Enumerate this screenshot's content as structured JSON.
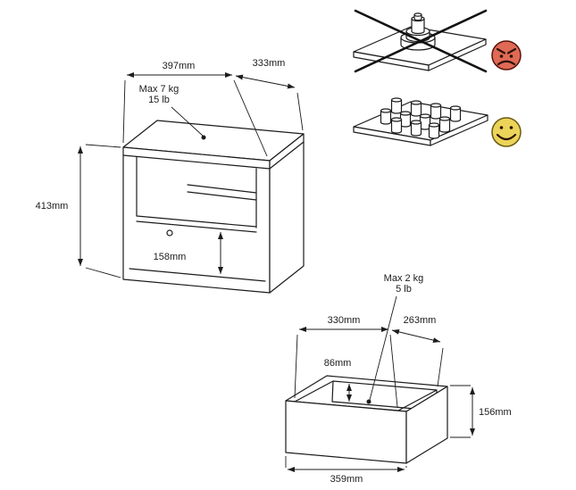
{
  "table_view": {
    "width_label": "397mm",
    "depth_label": "333mm",
    "height_label": "413mm",
    "drawer_front_height_label": "158mm",
    "max_load_line1": "Max 7 kg",
    "max_load_line2": "15 lb"
  },
  "warnings": {
    "prohibited_icon": "concentrated-load-prohibited",
    "allowed_icon": "distributed-load-allowed"
  },
  "drawer_view": {
    "inner_width_label": "330mm",
    "inner_depth_label": "263mm",
    "inner_height_label": "86mm",
    "front_height_label": "156mm",
    "front_width_label": "359mm",
    "max_load_line1": "Max 2 kg",
    "max_load_line2": "5 lb"
  },
  "colors": {
    "line": "#1c1c1c",
    "angry_face_fill": "#df6a56",
    "happy_face_fill": "#ecd45a"
  }
}
